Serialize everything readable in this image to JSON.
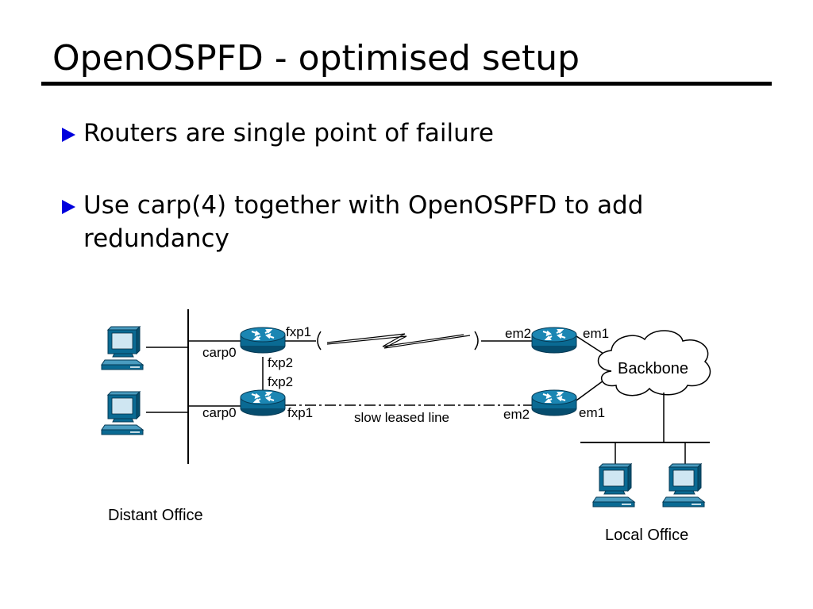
{
  "slide": {
    "title": "OpenOSPFD - optimised setup",
    "bullets": [
      {
        "text": "Routers are single point of failure"
      },
      {
        "text": "Use carp(4) together with OpenOSPFD to add",
        "text2": "redundancy"
      }
    ]
  },
  "diagram": {
    "labels": {
      "fxp1_top": "fxp1",
      "carp0_top": "carp0",
      "fxp2_top": "fxp2",
      "fxp2_bottom": "fxp2",
      "carp0_bottom": "carp0",
      "fxp1_bottom": "fxp1",
      "slow_leased_line": "slow leased line",
      "em2_top": "em2",
      "em1_top": "em1",
      "em2_bottom": "em2",
      "em1_bottom": "em1",
      "backbone": "Backbone",
      "distant_office": "Distant Office",
      "local_office": "Local Office"
    },
    "colors": {
      "device": "#0a6a93",
      "device_dark": "#064d6e",
      "bullet": "#0000dd"
    }
  }
}
